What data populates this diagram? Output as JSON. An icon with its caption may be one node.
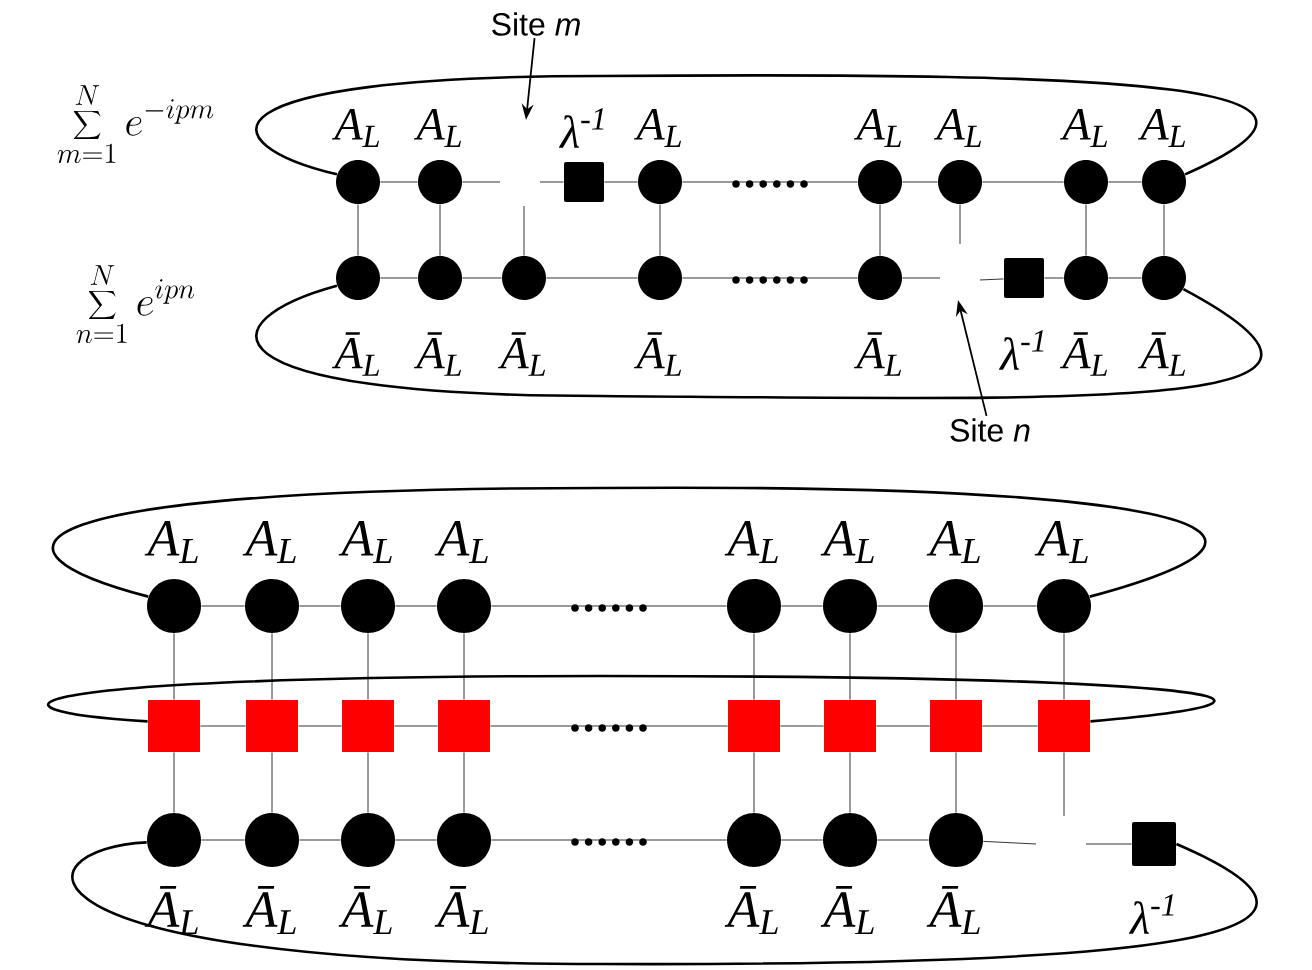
{
  "diagram": {
    "nodes": [
      {
        "text": [
          "A$_{L}$"
        ]
      },
      {
        "text": [
          "A$_{L}$"
        ]
      },
      {
        "text": [
          "λ$^{-1}$"
        ]
      },
      {
        "text": [
          "A$_{L}$"
        ]
      },
      {
        "text": [
          "A$_{L}$"
        ]
      },
      {
        "text": [
          "A$_{L}$"
        ]
      },
      {
        "text": [
          "A$_{L}$"
        ]
      },
      {
        "text": [
          "A$_{L}$"
        ]
      },
      {
        "text": [
          "Ā$_{L}$"
        ]
      },
      {
        "text": [
          "Ā$_{L}$"
        ]
      },
      {
        "text": [
          "Ā$_{L}$"
        ]
      },
      {
        "text": [
          "Ā$_{L}$"
        ]
      },
      {
        "text": [
          "Ā$_{L}$"
        ]
      },
      {
        "text": [
          "λ$^{-1}$"
        ]
      },
      {
        "text": [
          "Ā$_{L}$"
        ]
      },
      {
        "text": [
          "Ā$_{L}$"
        ]
      },
      {
        "text": [
          "Site *m*"
        ]
      },
      {
        "text": [
          "Site *n*"
        ]
      },
      {
        "text": [
          "A$_{L}$"
        ]
      },
      {
        "text": [
          "A$_{L}$"
        ]
      },
      {
        "text": [
          "A$_{L}$"
        ]
      },
      {
        "text": [
          "A$_{L}$"
        ]
      },
      {
        "text": [
          "A$_{L}$"
        ]
      },
      {
        "text": [
          "A$_{L}$"
        ]
      },
      {
        "text": [
          "A$_{L}$"
        ]
      },
      {
        "text": [
          "A$_{L}$"
        ]
      },
      {
        "text": [],
        "shape": "box"
      },
      {
        "text": [],
        "shape": "box"
      },
      {
        "text": [],
        "shape": "box"
      },
      {
        "text": [],
        "shape": "box"
      },
      {
        "text": [],
        "shape": "box"
      },
      {
        "text": [],
        "shape": "box"
      },
      {
        "text": [],
        "shape": "box"
      },
      {
        "text": [],
        "shape": "box"
      },
      {
        "text": [
          "Ā$_{L}$"
        ]
      },
      {
        "text": [
          "Ā$_{L}$"
        ]
      },
      {
        "text": [
          "Ā$_{L}$"
        ]
      },
      {
        "text": [
          "Ā$_{L}$"
        ]
      },
      {
        "text": [
          "Ā$_{L}$"
        ]
      },
      {
        "text": [
          "Ā$_{L}$"
        ]
      },
      {
        "text": [
          "Ā$_{L}$"
        ]
      },
      {
        "text": [
          "λ$^{-1}$"
        ]
      }
    ],
    "edges": [
      {
        "from": 0,
        "to": 1,
        "arrow": "none"
      },
      {
        "from": 1,
        "to": null,
        "arrow": "none"
      },
      {
        "from": null,
        "to": 2,
        "arrow": "none"
      },
      {
        "from": 2,
        "to": 3,
        "arrow": "none"
      },
      {
        "from": 3,
        "to": 4,
        "arrow": "none"
      },
      {
        "from": 4,
        "to": 5,
        "arrow": "none"
      },
      {
        "from": 5,
        "to": 6,
        "arrow": "none"
      },
      {
        "from": 6,
        "to": 7,
        "arrow": "none"
      },
      {
        "from": 0,
        "to": 7,
        "arrow": "none"
      },
      {
        "from": 8,
        "to": 9,
        "arrow": "none"
      },
      {
        "from": 9,
        "to": 10,
        "arrow": "none"
      },
      {
        "from": 10,
        "to": 11,
        "arrow": "none"
      },
      {
        "from": 11,
        "to": 12,
        "arrow": "none"
      },
      {
        "from": 12,
        "to": null,
        "arrow": "none"
      },
      {
        "from": null,
        "to": 13,
        "arrow": "none"
      },
      {
        "from": 13,
        "to": 14,
        "arrow": "none"
      },
      {
        "from": 14,
        "to": 15,
        "arrow": "none"
      },
      {
        "from": 8,
        "to": 15,
        "arrow": "none"
      },
      {
        "from": 0,
        "to": 8,
        "arrow": "none"
      },
      {
        "from": 1,
        "to": 9,
        "arrow": "none"
      },
      {
        "from": 10,
        "to": null,
        "arrow": "none"
      },
      {
        "from": 3,
        "to": 11,
        "arrow": "none"
      },
      {
        "from": 4,
        "to": 12,
        "arrow": "none"
      },
      {
        "from": 5,
        "to": null,
        "arrow": "none"
      },
      {
        "from": 6,
        "to": 14,
        "arrow": "none"
      },
      {
        "from": 7,
        "to": 15,
        "arrow": "none"
      },
      {
        "from": 16,
        "to": null,
        "arrow": "to"
      },
      {
        "from": 17,
        "to": null,
        "arrow": "to"
      },
      {
        "from": 18,
        "to": 19,
        "arrow": "none"
      },
      {
        "from": 19,
        "to": 20,
        "arrow": "none"
      },
      {
        "from": 20,
        "to": 21,
        "arrow": "none"
      },
      {
        "from": 21,
        "to": 22,
        "arrow": "none"
      },
      {
        "from": 22,
        "to": 23,
        "arrow": "none"
      },
      {
        "from": 23,
        "to": 24,
        "arrow": "none"
      },
      {
        "from": 24,
        "to": 25,
        "arrow": "none"
      },
      {
        "from": 18,
        "to": 25,
        "arrow": "none"
      },
      {
        "from": 26,
        "to": 27,
        "arrow": "none"
      },
      {
        "from": 27,
        "to": 28,
        "arrow": "none"
      },
      {
        "from": 28,
        "to": 29,
        "arrow": "none"
      },
      {
        "from": 29,
        "to": 30,
        "arrow": "none"
      },
      {
        "from": 30,
        "to": 31,
        "arrow": "none"
      },
      {
        "from": 31,
        "to": 32,
        "arrow": "none"
      },
      {
        "from": 32,
        "to": 33,
        "arrow": "none"
      },
      {
        "from": 26,
        "to": 33,
        "arrow": "none"
      },
      {
        "from": 34,
        "to": 35,
        "arrow": "none"
      },
      {
        "from": 35,
        "to": 36,
        "arrow": "none"
      },
      {
        "from": 36,
        "to": 37,
        "arrow": "none"
      },
      {
        "from": 37,
        "to": 38,
        "arrow": "none"
      },
      {
        "from": 38,
        "to": 39,
        "arrow": "none"
      },
      {
        "from": 39,
        "to": 40,
        "arrow": "none"
      },
      {
        "from": 40,
        "to": null,
        "arrow": "none"
      },
      {
        "from": null,
        "to": 41,
        "arrow": "none"
      },
      {
        "from": 34,
        "to": 41,
        "arrow": "none"
      },
      {
        "from": 18,
        "to": 26,
        "arrow": "none"
      },
      {
        "from": 19,
        "to": 27,
        "arrow": "none"
      },
      {
        "from": 20,
        "to": 28,
        "arrow": "none"
      },
      {
        "from": 21,
        "to": 29,
        "arrow": "none"
      },
      {
        "from": 22,
        "to": 30,
        "arrow": "none"
      },
      {
        "from": 23,
        "to": 31,
        "arrow": "none"
      },
      {
        "from": 24,
        "to": 32,
        "arrow": "none"
      },
      {
        "from": 25,
        "to": 33,
        "arrow": "none"
      },
      {
        "from": 26,
        "to": 34,
        "arrow": "none"
      },
      {
        "from": 27,
        "to": 35,
        "arrow": "none"
      },
      {
        "from": 28,
        "to": 36,
        "arrow": "none"
      },
      {
        "from": 29,
        "to": 37,
        "arrow": "none"
      },
      {
        "from": 30,
        "to": 38,
        "arrow": "none"
      },
      {
        "from": 31,
        "to": 39,
        "arrow": "none"
      },
      {
        "from": 32,
        "to": 40,
        "arrow": "none"
      },
      {
        "from": 33,
        "to": null,
        "arrow": "none"
      }
    ],
    "labels": [
      "\\sum_{m=1}^{N} e^{-ipm}",
      "\\sum_{n=1}^{N} e^{ipn}"
    ]
  }
}
